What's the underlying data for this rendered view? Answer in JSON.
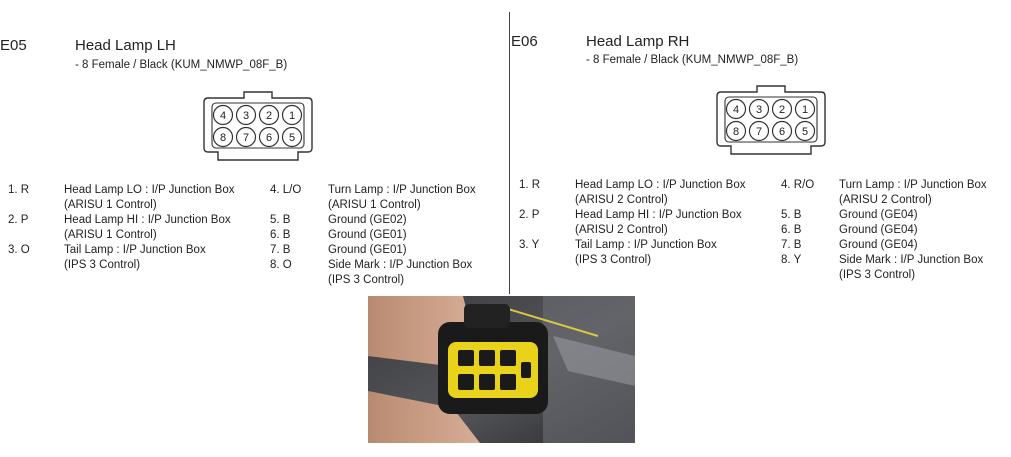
{
  "left": {
    "code": "E05",
    "title": "Head Lamp LH",
    "subtitle": "- 8 Female / Black (KUM_NMWP_08F_B)",
    "connector": {
      "top_row": [
        "4",
        "3",
        "2",
        "1"
      ],
      "bottom_row": [
        "8",
        "7",
        "6",
        "5"
      ]
    },
    "pins_left": [
      {
        "num": "1. R",
        "desc": [
          "Head Lamp LO : I/P Junction Box",
          "(ARISU 1 Control)"
        ]
      },
      {
        "num": "2. P",
        "desc": [
          "Head Lamp HI : I/P Junction Box",
          "(ARISU 1 Control)"
        ]
      },
      {
        "num": "3. O",
        "desc": [
          "Tail Lamp : I/P Junction Box",
          "(IPS 3 Control)"
        ]
      }
    ],
    "pins_right": [
      {
        "num": "4. L/O",
        "desc": [
          "Turn Lamp : I/P Junction Box",
          "(ARISU 1 Control)"
        ]
      },
      {
        "num": "5. B",
        "desc": [
          "Ground (GE02)"
        ]
      },
      {
        "num": "6. B",
        "desc": [
          "Ground (GE01)"
        ]
      },
      {
        "num": "7. B",
        "desc": [
          "Ground (GE01)"
        ]
      },
      {
        "num": "8. O",
        "desc": [
          "Side Mark : I/P Junction Box",
          "(IPS 3 Control)"
        ]
      }
    ]
  },
  "right": {
    "code": "E06",
    "title": "Head Lamp RH",
    "subtitle": "- 8 Female / Black (KUM_NMWP_08F_B)",
    "connector": {
      "top_row": [
        "4",
        "3",
        "2",
        "1"
      ],
      "bottom_row": [
        "8",
        "7",
        "6",
        "5"
      ]
    },
    "pins_left": [
      {
        "num": "1. R",
        "desc": [
          "Head Lamp LO : I/P Junction Box",
          "(ARISU 2 Control)"
        ]
      },
      {
        "num": "2. P",
        "desc": [
          "Head Lamp HI : I/P Junction Box",
          "(ARISU 2 Control)"
        ]
      },
      {
        "num": "3. Y",
        "desc": [
          "Tail Lamp : I/P Junction Box",
          "(IPS 3 Control)"
        ]
      }
    ],
    "pins_right": [
      {
        "num": "4. R/O",
        "desc": [
          "Turn Lamp : I/P Junction Box",
          "(ARISU 2 Control)"
        ]
      },
      {
        "num": "5. B",
        "desc": [
          "Ground (GE04)"
        ]
      },
      {
        "num": "6. B",
        "desc": [
          "Ground (GE04)"
        ]
      },
      {
        "num": "7. B",
        "desc": [
          "Ground (GE04)"
        ]
      },
      {
        "num": "8. Y",
        "desc": [
          "Side Mark : I/P Junction Box",
          "(IPS 3 Control)"
        ]
      }
    ]
  },
  "colors": {
    "text": "#222222",
    "connector_stroke": "#333333",
    "housing_yellow": "#e8d21a",
    "housing_black": "#1a1a1a"
  }
}
